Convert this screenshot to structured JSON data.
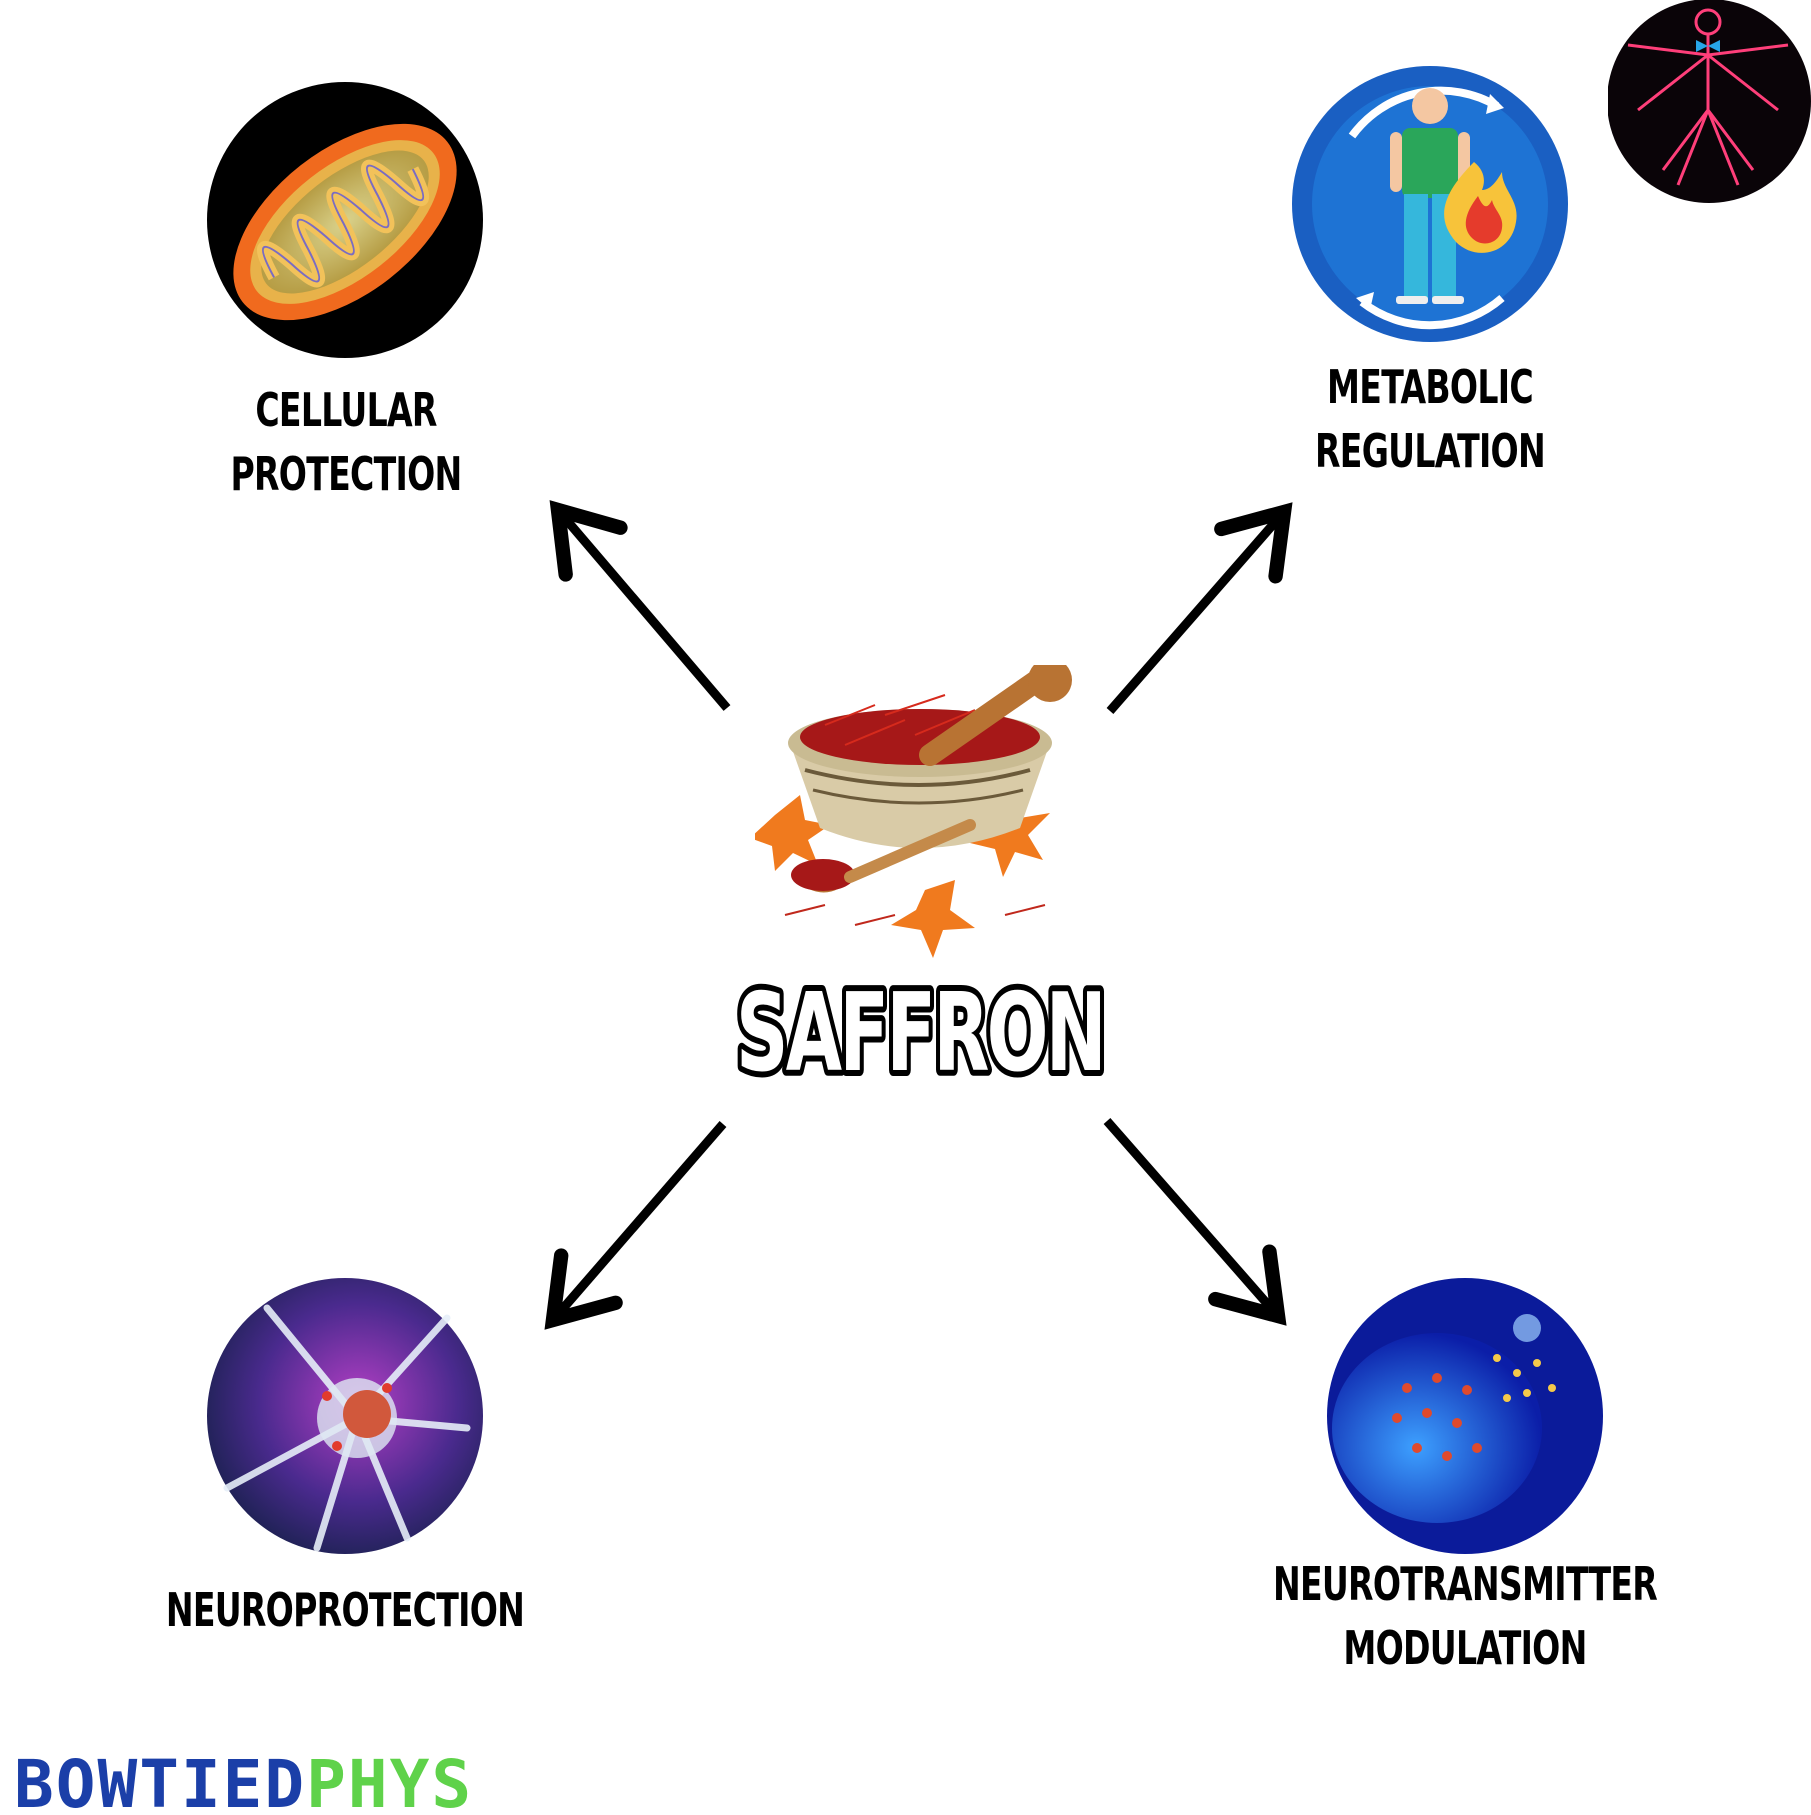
{
  "center": {
    "title": "SAFFRON",
    "image_icon": "saffron-bowl-icon"
  },
  "nodes": [
    {
      "id": "cellular",
      "lines": [
        "CELLULAR",
        "PROTECTION"
      ],
      "icon": "mitochondria-icon"
    },
    {
      "id": "metabolic",
      "lines": [
        "METABOLIC",
        "REGULATION"
      ],
      "icon": "metabolism-person-flame-icon"
    },
    {
      "id": "neuroprotection",
      "lines": [
        "NEUROPROTECTION"
      ],
      "icon": "neuron-icon"
    },
    {
      "id": "neurotransmitter",
      "lines": [
        "NEUROTRANSMITTER",
        "MODULATION"
      ],
      "icon": "synapse-icon"
    }
  ],
  "corner_icon": "human-anatomy-icon",
  "brand": {
    "part1": "BOWTIED",
    "part2": "PHYS"
  },
  "colors": {
    "brand_blue": "#1b3fa8",
    "brand_green": "#5fd24a",
    "arrow": "#000000"
  }
}
